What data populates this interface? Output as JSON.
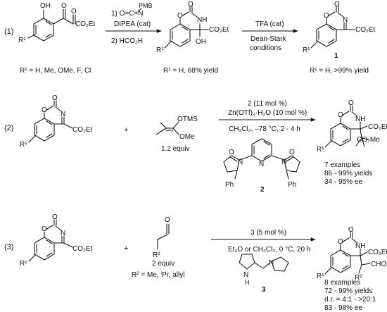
{
  "rows": [
    {
      "number": "(1)",
      "step1": "1) O=C=N",
      "pmb": "PMB",
      "dipea": "DIPEA (cat)",
      "step2": "2) HCO₂H",
      "reagent_top": "TFA (cat)",
      "reagent_bottom1": "Dean-Stark",
      "reagent_bottom2": "conditions",
      "sm_note": "R¹ = H, Me, OMe, F, Cl",
      "int_note": "R¹ = H, 68% yield",
      "prod_note": "R¹ = H, >99% yield",
      "prod_number": "1"
    },
    {
      "number": "(2)",
      "plus": "+",
      "reagent_equiv": "1.2 equiv",
      "cat_line": "2 (11 mol %)",
      "zn_line": "Zn(OTf)₂·H₂O (10 mol %)",
      "cond_line": "CH₂Cl₂, –78 °C, 2 - 4 h",
      "ligand_number": "2",
      "results": [
        "7 examples",
        "86 - 99% yields",
        "34 - 95% ee"
      ]
    },
    {
      "number": "(3)",
      "plus": "+",
      "aldehyde_equiv": "2 equiv",
      "r2_note": "R² = Me, ⁱPr, allyl",
      "cat_line": "3 (5 mol %)",
      "cond_line": "Et₂O or CH₂Cl₂, 0 °C, 20 h",
      "catalyst_number": "3",
      "results": [
        "8 examples",
        "72 - 99% yields",
        "d.r. = 4:1 - >20:1",
        "83 - 98% ee"
      ]
    }
  ],
  "atoms": {
    "O": "O",
    "OH": "OH",
    "N": "N",
    "NH": "NH",
    "H": "H",
    "Ph": "Ph",
    "co2et": "CO₂Et",
    "co2me": "CO₂Me",
    "otms": "OTMS",
    "ome": "OMe",
    "cho": "CHO",
    "r1": "R¹",
    "r2": "R²"
  }
}
